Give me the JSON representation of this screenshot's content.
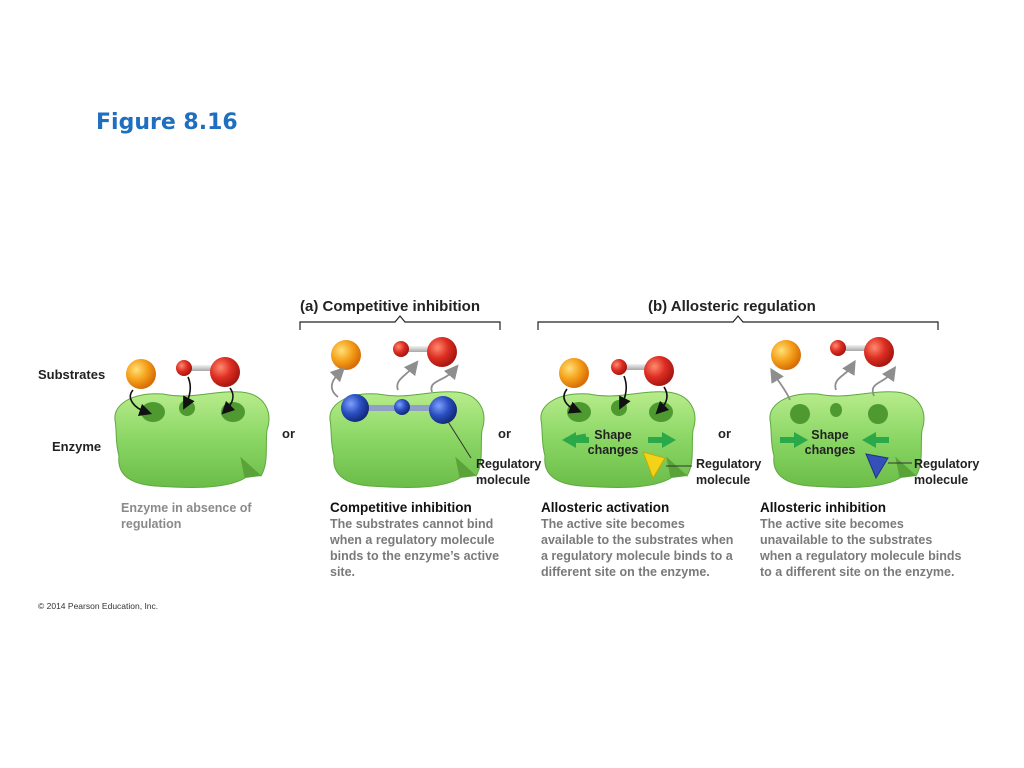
{
  "figure_title": "Figure 8.16",
  "headings": {
    "a": "(a) Competitive inhibition",
    "b": "(b) Allosteric regulation"
  },
  "labels": {
    "substrates": "Substrates",
    "enzyme": "Enzyme",
    "or": "or",
    "regulatory_molecule": "Regulatory molecule",
    "shape_changes": "Shape changes"
  },
  "panels": [
    {
      "title": "",
      "body": "Enzyme in absence of regulation"
    },
    {
      "title": "Competitive inhibition",
      "body": "The substrates cannot bind when a regulatory molecule binds to the enzyme’s active site."
    },
    {
      "title": "Allosteric activation",
      "body": "The active site becomes available to the substrates when a regulatory molecule binds to a different site on the enzyme."
    },
    {
      "title": "Allosteric inhibition",
      "body": "The active site becomes unavailable to the substrates when a regulatory molecule binds to a different site on the enzyme."
    }
  ],
  "copyright": "© 2014 Pearson Education, Inc.",
  "colors": {
    "title_blue": "#1f6fc0",
    "enzyme_green": "#86cf62",
    "substrate_orange": "#f29a12",
    "substrate_red": "#d8281f",
    "regulator_blue": "#2348b4",
    "activator_yellow": "#f3d21a",
    "arrow_green": "#2aa84a",
    "arrow_gray": "#9a9a9a"
  }
}
